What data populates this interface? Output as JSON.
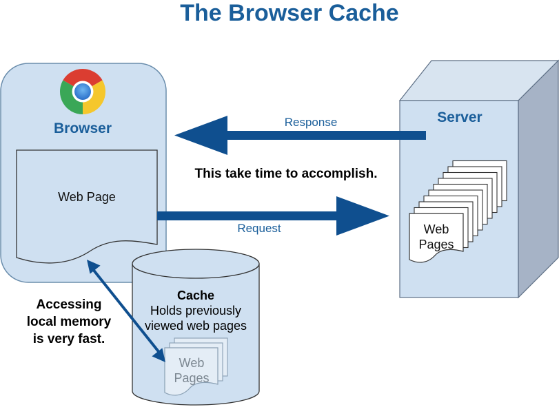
{
  "title": "The Browser Cache",
  "browser": {
    "label": "Browser",
    "icon": "chrome-logo-icon",
    "web_page_label": "Web Page"
  },
  "server": {
    "label": "Server",
    "pages_line1": "Web",
    "pages_line2": "Pages"
  },
  "arrows": {
    "response_label": "Response",
    "request_label": "Request"
  },
  "note": "This take time to accomplish.",
  "cache": {
    "title": "Cache",
    "desc_line1": "Holds previously",
    "desc_line2": "viewed web pages",
    "pages_line1": "Web",
    "pages_line2": "Pages"
  },
  "local_memory": {
    "line1": "Accessing",
    "line2": "local memory",
    "line3": "is very fast."
  },
  "colors": {
    "title": "#1a5e9a",
    "label_blue": "#1a5e9a",
    "arrow": "#0f4f8f",
    "panel_fill": "#cfe0f1",
    "panel_stroke": "#6a8dac",
    "server_side": "#a6b3c6",
    "server_top": "#d8e4f0",
    "page_stroke": "#444444",
    "cache_page_stroke": "#8aa0b4",
    "cache_page_text": "#7c8791"
  }
}
